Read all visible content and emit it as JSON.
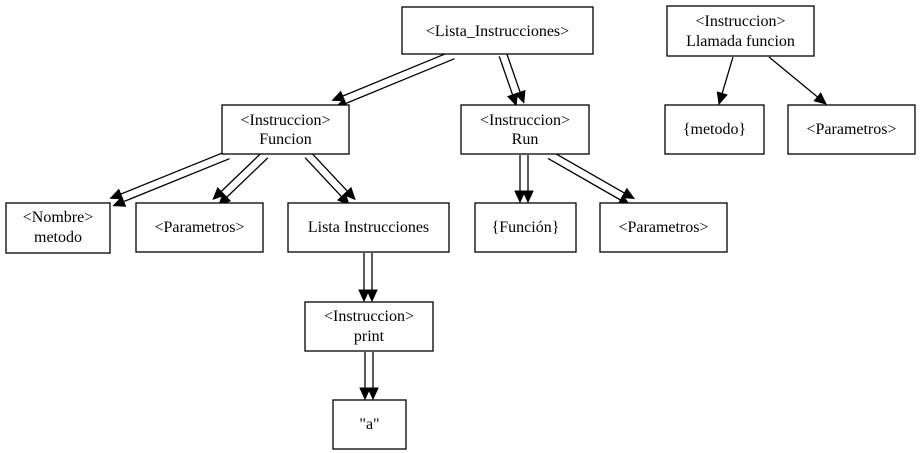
{
  "nodes": {
    "lista_instrucciones_root": {
      "lines": [
        "<Lista_Instrucciones>"
      ]
    },
    "instruccion_funcion": {
      "lines": [
        "<Instruccion>",
        "Funcion"
      ]
    },
    "instruccion_run": {
      "lines": [
        "<Instruccion>",
        "Run"
      ]
    },
    "instruccion_llamada": {
      "lines": [
        "<Instruccion>",
        "Llamada funcion"
      ]
    },
    "nombre_metodo": {
      "lines": [
        "<Nombre>",
        "metodo"
      ]
    },
    "parametros_funcion": {
      "lines": [
        "<Parametros>"
      ]
    },
    "lista_instrucciones_child": {
      "lines": [
        "Lista Instrucciones"
      ]
    },
    "funcion_literal": {
      "lines": [
        "{Función}"
      ]
    },
    "parametros_run": {
      "lines": [
        "<Parametros>"
      ]
    },
    "metodo_literal": {
      "lines": [
        "{metodo}"
      ]
    },
    "parametros_llamada": {
      "lines": [
        "<Parametros>"
      ]
    },
    "instruccion_print": {
      "lines": [
        "<Instruccion>",
        "print"
      ]
    },
    "string_a": {
      "lines": [
        "\"a\""
      ]
    }
  },
  "edges": [
    {
      "from": "lista_instrucciones_root",
      "to": "instruccion_funcion",
      "multiplicity": 2
    },
    {
      "from": "lista_instrucciones_root",
      "to": "instruccion_run",
      "multiplicity": 2
    },
    {
      "from": "instruccion_funcion",
      "to": "nombre_metodo",
      "multiplicity": 2
    },
    {
      "from": "instruccion_funcion",
      "to": "parametros_funcion",
      "multiplicity": 2
    },
    {
      "from": "instruccion_funcion",
      "to": "lista_instrucciones_child",
      "multiplicity": 2
    },
    {
      "from": "instruccion_run",
      "to": "funcion_literal",
      "multiplicity": 2
    },
    {
      "from": "instruccion_run",
      "to": "parametros_run",
      "multiplicity": 2
    },
    {
      "from": "lista_instrucciones_child",
      "to": "instruccion_print",
      "multiplicity": 2
    },
    {
      "from": "instruccion_print",
      "to": "string_a",
      "multiplicity": 2
    },
    {
      "from": "instruccion_llamada",
      "to": "metodo_literal",
      "multiplicity": 1
    },
    {
      "from": "instruccion_llamada",
      "to": "parametros_llamada",
      "multiplicity": 1
    }
  ]
}
